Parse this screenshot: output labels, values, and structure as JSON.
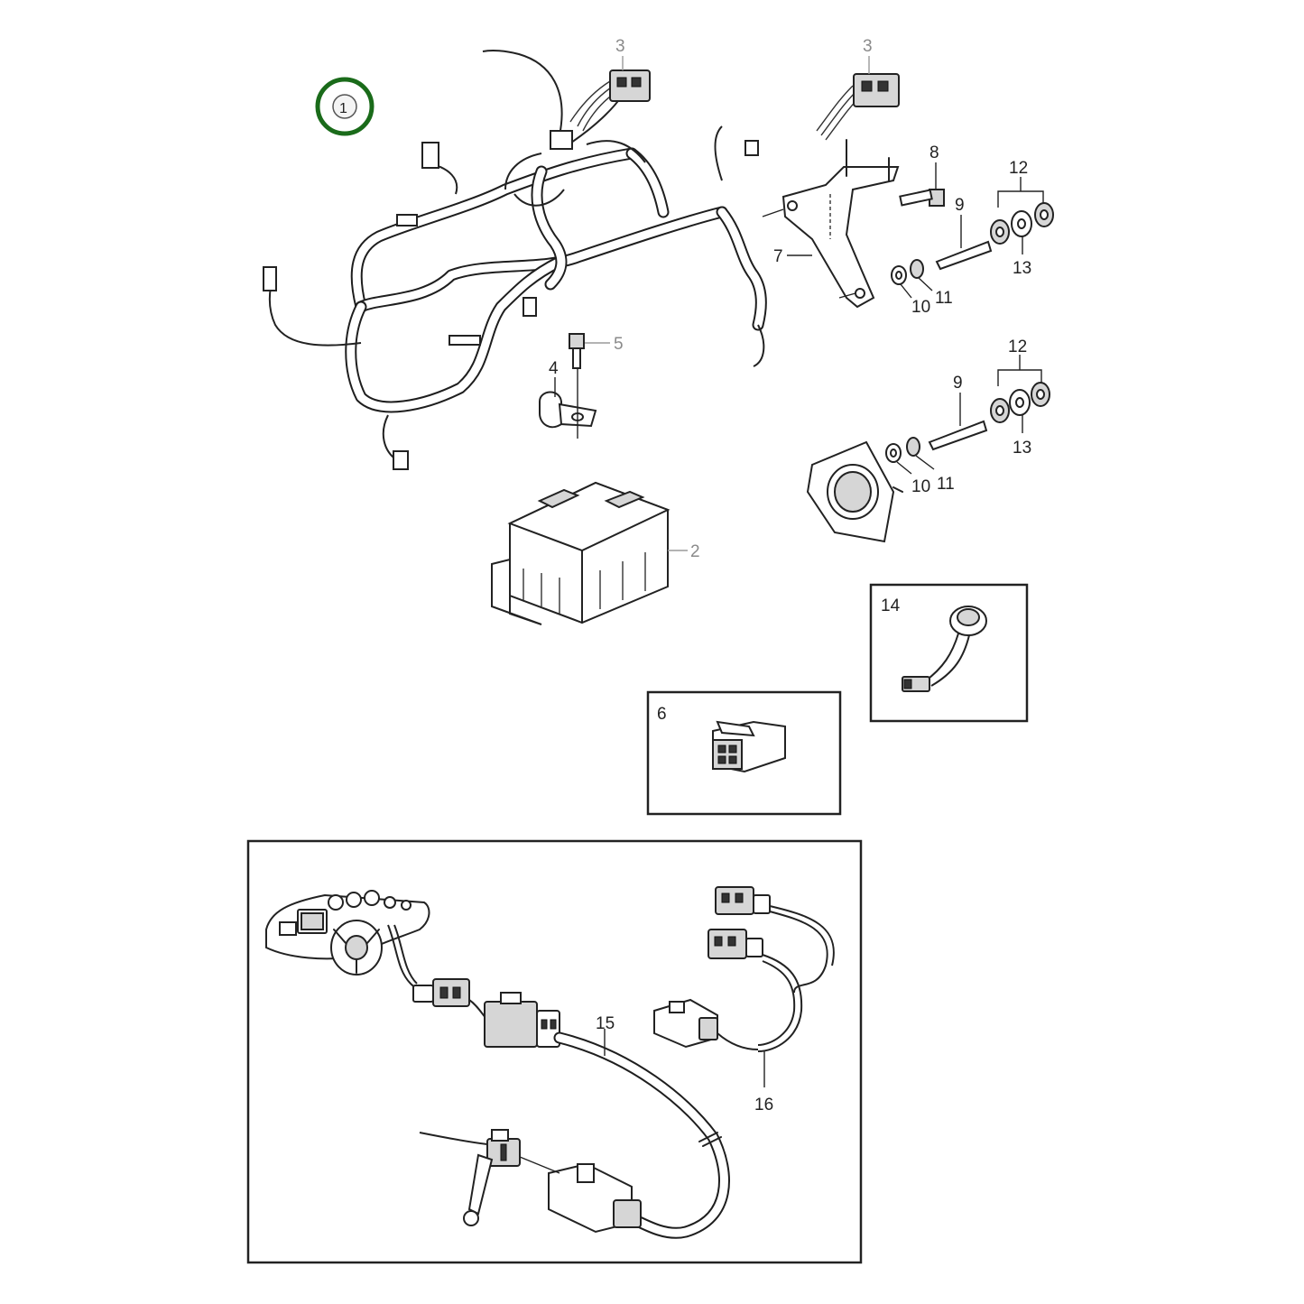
{
  "highlight_callout": {
    "label": "1",
    "ring_color": "#1a6b1a"
  },
  "callouts": {
    "c2": "2",
    "c3a": "3",
    "c3b": "3",
    "c4": "4",
    "c5": "5",
    "c6": "6",
    "c7": "7",
    "c8": "8",
    "c9a": "9",
    "c9b": "9",
    "c10a": "10",
    "c10b": "10",
    "c11a": "11",
    "c11b": "11",
    "c12a": "12",
    "c12b": "12",
    "c13a": "13",
    "c13b": "13",
    "c14": "14",
    "c15": "15",
    "c16": "16"
  },
  "colors": {
    "line": "#222222",
    "greyed_label": "#8a8a8a"
  }
}
